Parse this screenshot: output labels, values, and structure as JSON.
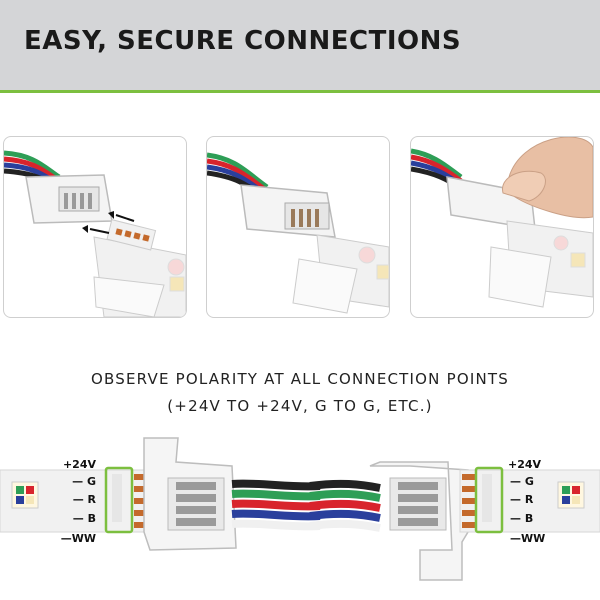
{
  "header": {
    "title": "EASY, SECURE CONNECTIONS"
  },
  "caption": {
    "line1": "OBSERVE POLARITY AT ALL CONNECTION POINTS",
    "line2": "(+24V TO +24V, G TO G, ETC.)"
  },
  "pins": {
    "left": [
      "+24V",
      "— G",
      "— R",
      "— B",
      "—WW"
    ],
    "right": [
      "+24V",
      "— G",
      "— R",
      "— B",
      "—WW"
    ]
  },
  "colors": {
    "accent": "#7cbf3f",
    "header_bg": "#d4d5d7",
    "panel_border": "#cfcfcf",
    "wire_red": "#d8242c",
    "wire_green": "#2e9e56",
    "wire_blue": "#2a3f9c",
    "wire_black": "#222222"
  },
  "icons": [
    "arrow-icon",
    "connector-clip",
    "led-strip",
    "finger"
  ]
}
